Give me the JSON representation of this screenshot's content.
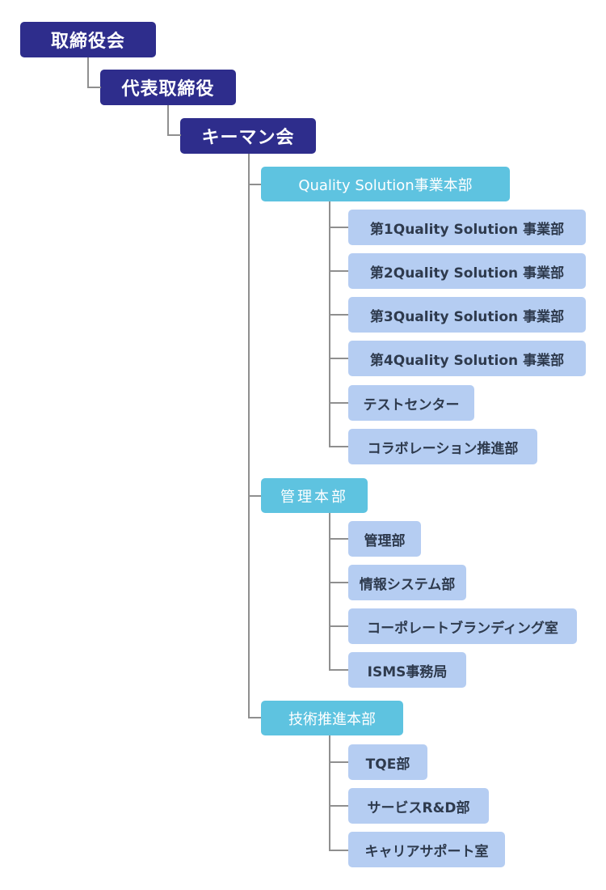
{
  "executive": [
    "取締役会",
    "代表取締役",
    "キーマン会"
  ],
  "divisions": [
    {
      "title": "Quality Solution事業本部",
      "departments": [
        "第1Quality Solution 事業部",
        "第2Quality Solution 事業部",
        "第3Quality Solution 事業部",
        "第4Quality Solution 事業部",
        "テストセンター",
        "コラボレーション推進部"
      ]
    },
    {
      "title": "管理本部",
      "departments": [
        "管理部",
        "情報システム部",
        "コーポレートブランディング室",
        "ISMS事務局"
      ]
    },
    {
      "title": "技術推進本部",
      "departments": [
        "TQE部",
        "サービスR&D部",
        "キャリアサポート室"
      ]
    }
  ],
  "colors": {
    "executive": "#2e2d8c",
    "division": "#5ec3e0",
    "department": "#b5cdf2",
    "connector": "#8f8f8f"
  }
}
